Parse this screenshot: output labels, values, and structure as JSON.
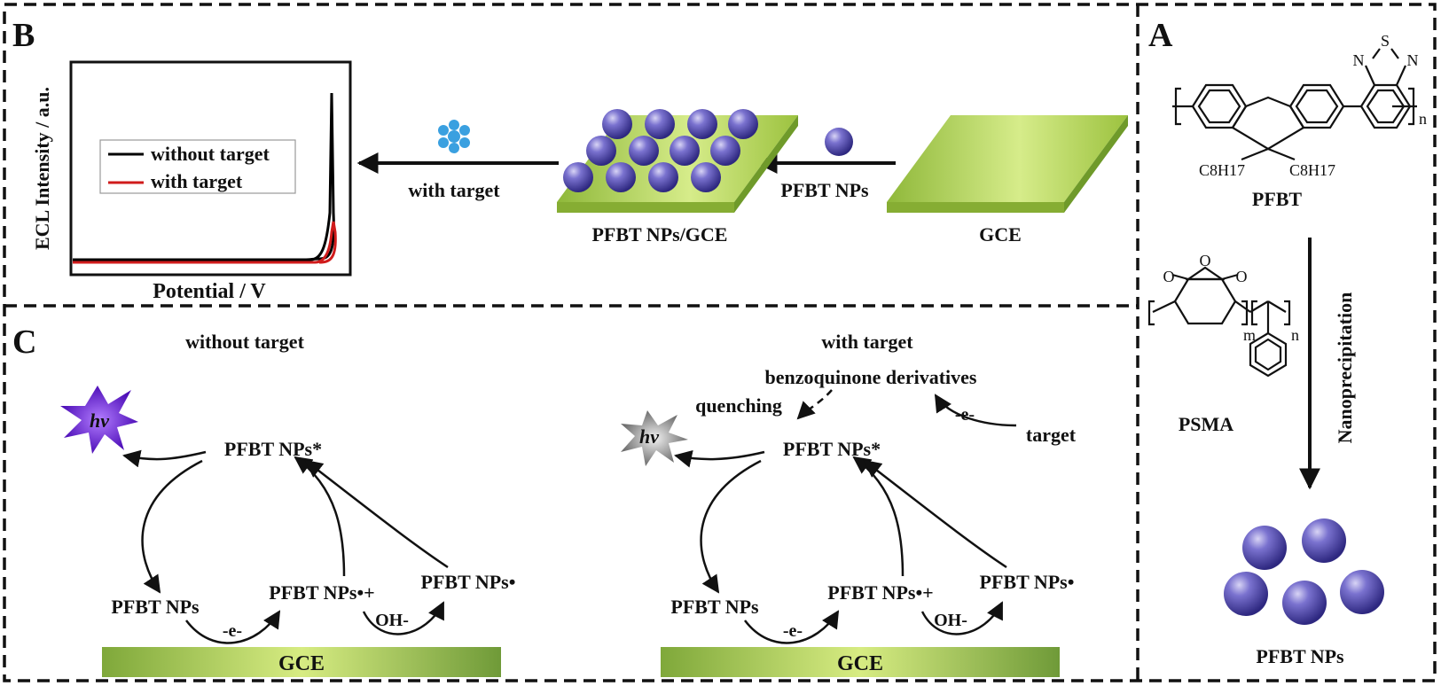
{
  "panels": {
    "A": "A",
    "B": "B",
    "C": "C"
  },
  "panel_A": {
    "polymer_name": "PFBT",
    "side_chain_left": "C8H17",
    "side_chain_right": "C8H17",
    "repeat_index": "n",
    "thiadiazole_S": "S",
    "thiadiazole_N_left": "N",
    "thiadiazole_N_right": "N",
    "psma_name": "PSMA",
    "psma_m": "m",
    "psma_n": "n",
    "psma_O_left": "O",
    "psma_O_mid": "O",
    "psma_O_right": "O",
    "process": "Nanoprecipitation",
    "product": "PFBT NPs"
  },
  "panel_B": {
    "ylabel": "ECL Intensity / a.u.",
    "xlabel": "Potential / V",
    "legend_without": "without target",
    "legend_with": "with target",
    "step1_label": "PFBT NPs",
    "step2_label": "with target",
    "electrode_bare": "GCE",
    "electrode_modified": "PFBT NPs/GCE"
  },
  "panel_C": {
    "left_title": "without target",
    "right_title": "with target",
    "hv": "hν",
    "excited": "PFBT NPs*",
    "ground": "PFBT NPs",
    "cation": "PFBT NPs•+",
    "radical": "PFBT NPs•",
    "electron": "-e-",
    "hydroxide": "OH-",
    "electrode": "GCE",
    "quenching": "quenching",
    "benzoquinone": "benzoquinone derivatives",
    "target": "target",
    "target_electron": "-e-"
  },
  "colors": {
    "border": "#111111",
    "sphere": "#5a52b5",
    "electrode_green": "#9cc23f",
    "legend_black": "#000000",
    "legend_red": "#d01b1b",
    "star_purple": "#6a18d8",
    "star_gray": "#8a8a8a",
    "target_icon": "#3aa0e0"
  }
}
